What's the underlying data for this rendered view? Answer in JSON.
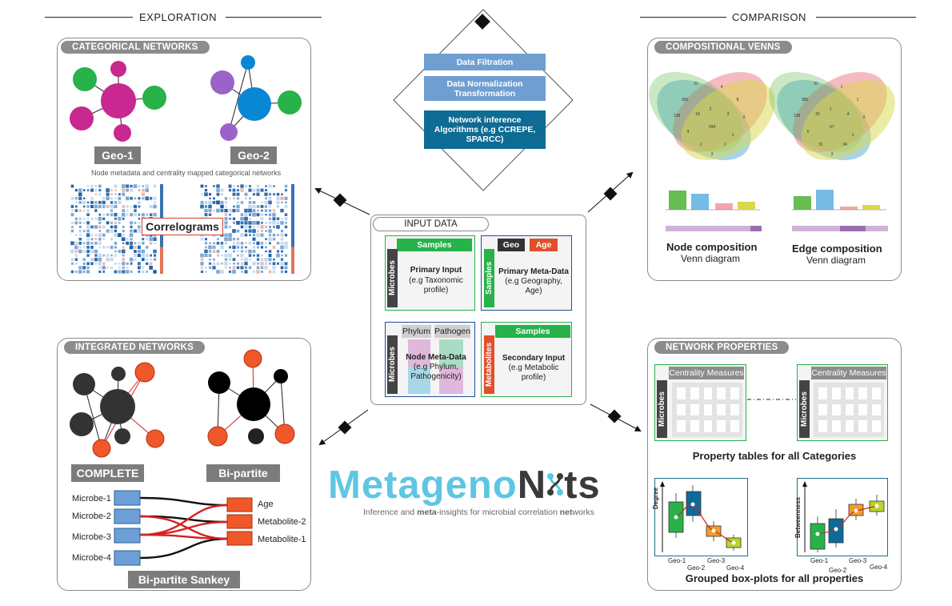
{
  "sections": {
    "exploration": "EXPLORATION",
    "comparison": "COMPARISON"
  },
  "categorical": {
    "pill": "CATEGORICAL NETWORKS",
    "geo1": "Geo-1",
    "geo2": "Geo-2",
    "caption": "Node metadata and centrality mapped categorical networks",
    "correlograms": "Correlograms"
  },
  "pipeline": {
    "filtration": "Data Filtration",
    "normalization": "Data Normalization Transformation",
    "inference": "Network inference Algorithms (e.g CCREPE, SPARCC)"
  },
  "venns": {
    "pill": "COMPOSITIONAL VENNS",
    "node_title": "Node composition",
    "node_sub": "Venn diagram",
    "edge_title": "Edge composition",
    "edge_sub": "Venn diagram",
    "node_counts": [
      "21",
      "4",
      "366",
      "8",
      "2",
      "138",
      "18",
      "3",
      "2",
      "294",
      "4",
      "1",
      "1",
      "1",
      "3"
    ],
    "edge_counts": [
      "31",
      "1",
      "386",
      "1",
      "1",
      "138",
      "25",
      "4",
      "2",
      "67",
      "5",
      "1",
      "31",
      "24",
      "3"
    ]
  },
  "input": {
    "pill": "INPUT DATA",
    "primary": {
      "header": "Samples",
      "side": "Microbes",
      "title": "Primary Input",
      "sub": "(e.g Taxonomic profile)"
    },
    "meta": {
      "tag1": "Geo",
      "tag2": "Age",
      "side": "Samples",
      "title": "Primary Meta-Data",
      "sub": "(e.g Geography, Age)"
    },
    "node_meta": {
      "tag1": "Phylum",
      "tag2": "Pathogen",
      "side": "Microbes",
      "title": "Node Meta-Data",
      "sub": "(e.g Phylum, Pathogenicity)"
    },
    "secondary": {
      "header": "Samples",
      "side": "Metabolites",
      "title": "Secondary Input",
      "sub": "(e.g Metabolic profile)"
    }
  },
  "integrated": {
    "pill": "INTEGRATED NETWORKS",
    "complete": "COMPLETE",
    "bipartite": "Bi-partite",
    "sankey": "Bi-partite Sankey",
    "left_nodes": [
      "Microbe-1",
      "Microbe-2",
      "Microbe-3",
      "Microbe-4"
    ],
    "right_nodes": [
      "Age",
      "Metabolite-2",
      "Metabolite-1"
    ]
  },
  "logo": {
    "text_a": "Metageno",
    "text_b": "N",
    "text_c": "ts",
    "tag_prefix": "Inference and ",
    "tag_meta": "meta",
    "tag_mid": "-insights for microbial correlation ",
    "tag_net": "net",
    "tag_suffix": "works"
  },
  "properties": {
    "pill": "NETWORK PROPERTIES",
    "table_header": "Centrality Measures",
    "table_side": "Microbes",
    "tables_caption": "Property tables for all Categories",
    "boxplots_caption": "Grouped box-plots for all properties",
    "ylabel1": "Degree",
    "ylabel2": "Betweenness",
    "geo_labels": [
      "Geo-1",
      "Geo-2",
      "Geo-3",
      "Geo-4"
    ]
  },
  "colors": {
    "magenta": "#c8288f",
    "green": "#27b24a",
    "purple": "#9b63c9",
    "blue": "#0a87d4",
    "orange": "#f0582a",
    "pipe_light": "#6f9fd1",
    "pipe_dark": "#0e6b93",
    "card_green": "#27b24a",
    "card_dark": "#444444"
  }
}
